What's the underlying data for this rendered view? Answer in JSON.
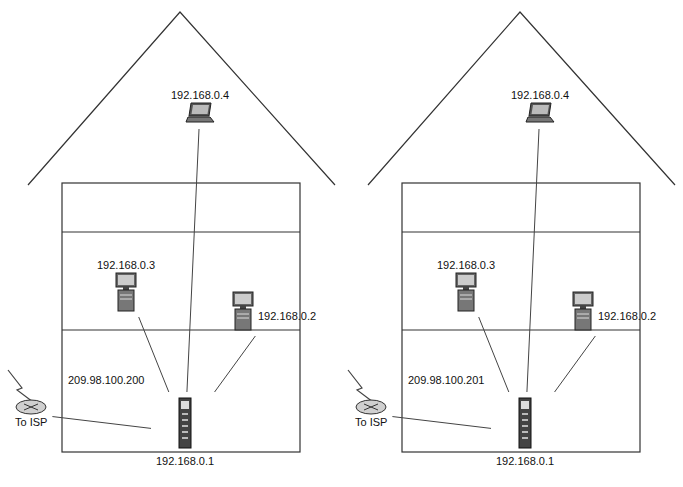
{
  "diagram": {
    "nodes": [
      {
        "text": [
          "192.168.0.4"
        ]
      },
      {
        "text": [
          "192.168.0.3"
        ]
      },
      {
        "text": [
          "192.168.0.2"
        ]
      },
      {
        "text": [
          "To ISP"
        ]
      },
      {
        "text": [
          "192.168.0.1"
        ]
      },
      {
        "text": [
          "192.168.0.4"
        ]
      },
      {
        "text": [
          "192.168.0.3"
        ]
      },
      {
        "text": [
          "192.168.0.2"
        ]
      },
      {
        "text": [
          "To ISP"
        ]
      },
      {
        "text": [
          "192.168.0.1"
        ]
      }
    ],
    "edges": [
      {
        "from": 4,
        "to": 0,
        "arrow": "none"
      },
      {
        "from": 4,
        "to": 1,
        "arrow": "none"
      },
      {
        "from": 4,
        "to": 2,
        "arrow": "none"
      },
      {
        "from": 4,
        "to": 3,
        "label": "209.98.100.200",
        "arrow": "none"
      },
      {
        "from": 9,
        "to": 5,
        "arrow": "none"
      },
      {
        "from": 9,
        "to": 6,
        "arrow": "none"
      },
      {
        "from": 9,
        "to": 7,
        "arrow": "none"
      },
      {
        "from": 9,
        "to": 8,
        "label": "209.98.100.201",
        "arrow": "none"
      }
    ]
  }
}
